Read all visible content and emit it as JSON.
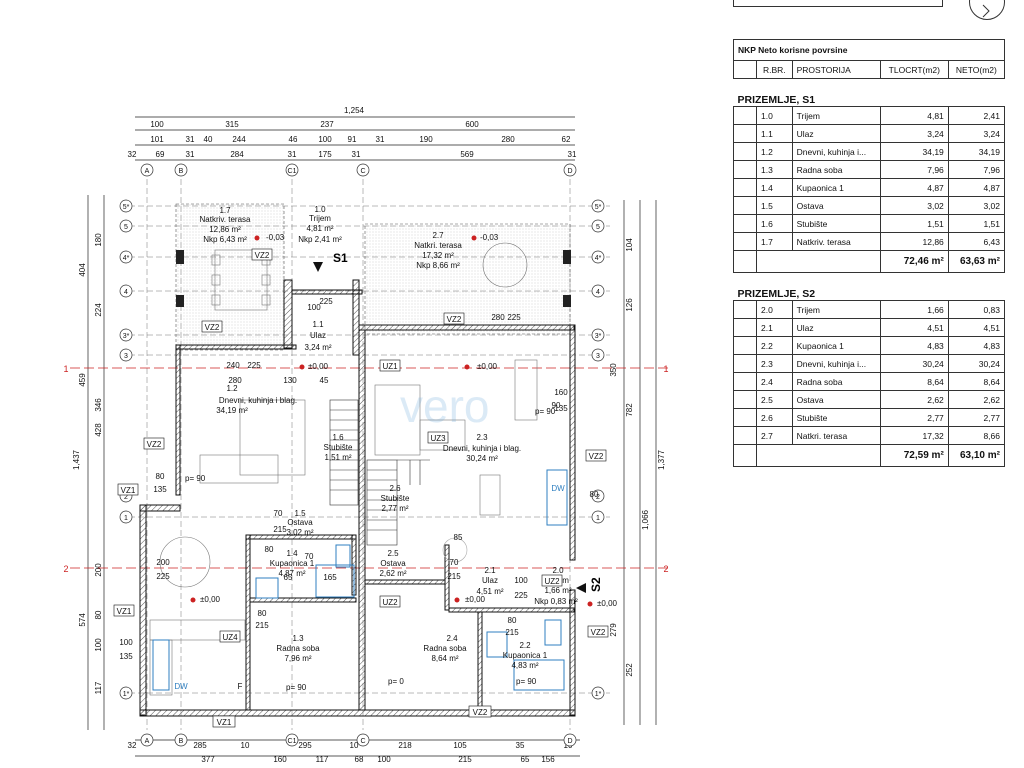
{
  "plan": {
    "section_markers": [
      "S1",
      "S2"
    ],
    "grid_axes_top": [
      "A",
      "B",
      "C1",
      "C",
      "D"
    ],
    "grid_axes_bottom": [
      "A",
      "B",
      "C1",
      "C",
      "D"
    ],
    "grid_axes_side": [
      "5*",
      "5",
      "4*",
      "4",
      "3*",
      "3",
      "2",
      "1",
      "1*"
    ],
    "cut_lines": [
      "1",
      "2"
    ],
    "watermark": "vero",
    "top_dims": {
      "row0": "1,254",
      "row1": [
        "100",
        "315",
        "237",
        "600"
      ],
      "row2": [
        "101",
        "31",
        "40",
        "244",
        "46",
        "100",
        "91",
        "31",
        "190",
        "280",
        "62"
      ],
      "row3": [
        "32",
        "69",
        "31",
        "284",
        "31",
        "175",
        "31",
        "569",
        "31"
      ]
    },
    "bottom_dims": {
      "row1": [
        "32",
        "285",
        "10",
        "295",
        "10",
        "218",
        "105",
        "35",
        "10"
      ],
      "row2": [
        "377",
        "160",
        "117",
        "68",
        "100",
        "215",
        "65",
        "156"
      ]
    },
    "left_dims": {
      "outer": [
        "1,437",
        "574",
        "459",
        "404"
      ],
      "inner": [
        "180",
        "224",
        "428",
        "346",
        "200",
        "100",
        "80",
        "117"
      ]
    },
    "right_dims": {
      "outer": [
        "1,377",
        "1,066",
        "782"
      ],
      "inner": [
        "104",
        "126",
        "350",
        "252",
        "279"
      ]
    },
    "rooms": [
      {
        "id": "1.7",
        "name": "Natkriv. terasa",
        "area": "12,86 m²",
        "nkp": "Nkp 6,43 m²"
      },
      {
        "id": "1.0",
        "name": "Trijem",
        "area": "4,81 m²",
        "nkp": "Nkp 2,41 m²"
      },
      {
        "id": "2.7",
        "name": "Natkri. terasa",
        "area": "17,32 m²",
        "nkp": "Nkp 8,66 m²"
      },
      {
        "id": "1.1",
        "name": "Ulaz",
        "area": "3,24 m²"
      },
      {
        "id": "1.2",
        "name": "Dnevni, kuhinja i blag.",
        "area": "34,19 m²"
      },
      {
        "id": "1.6",
        "name": "Stubište",
        "area": "1,51 m²"
      },
      {
        "id": "2.3",
        "name": "Dnevni, kuhinja i blag.",
        "area": "30,24 m²"
      },
      {
        "id": "2.6",
        "name": "Stubište",
        "area": "2,77 m²"
      },
      {
        "id": "1.5",
        "name": "Ostava",
        "area": "3,02 m²"
      },
      {
        "id": "1.4",
        "name": "Kupaonica 1",
        "area": "4,87 m²"
      },
      {
        "id": "2.5",
        "name": "Ostava",
        "area": "2,62 m²"
      },
      {
        "id": "2.1",
        "name": "Ulaz",
        "area": "4,51 m²"
      },
      {
        "id": "2.0",
        "name": "Trijem",
        "area": "1,66 m²",
        "nkp": "Nkp 0,83 m²"
      },
      {
        "id": "1.3",
        "name": "Radna soba",
        "area": "7,96 m²"
      },
      {
        "id": "2.4",
        "name": "Radna soba",
        "area": "8,64 m²"
      },
      {
        "id": "2.2",
        "name": "Kupaonica 1",
        "area": "4,83 m²"
      }
    ],
    "levels": [
      "-0,03",
      "-0,03",
      "±0,00",
      "±0,00",
      "±0,00",
      "±0,00",
      "±0,00"
    ],
    "tags": [
      "VZ2",
      "VZ2",
      "VZ2",
      "UZ1",
      "VZ2",
      "UZ3",
      "VZ2",
      "VZ1",
      "VZ1",
      "UZ2",
      "UZ2",
      "UZ4",
      "VZ2",
      "VZ1",
      "VZ2"
    ],
    "door_notes": [
      "p= 90",
      "p= 0",
      "p= 90",
      "p= 90",
      "p= 90"
    ],
    "misc_dims": [
      "240",
      "225",
      "280",
      "130",
      "45",
      "100",
      "225",
      "280",
      "225",
      "160",
      "135",
      "80",
      "135",
      "200",
      "225",
      "70",
      "215",
      "85",
      "70",
      "215",
      "100",
      "225",
      "100",
      "135",
      "80",
      "215",
      "80",
      "215",
      "80",
      "90",
      "80",
      "70",
      "165",
      "65",
      "DW",
      "DW",
      "F"
    ]
  },
  "table": {
    "caption": "NKP Neto korisne povrsine",
    "headers": [
      "R.BR.",
      "PROSTORIJA",
      "TLOCRT(m2)",
      "NETO(m2)"
    ],
    "sections": [
      {
        "title": "PRIZEMLJE, S1",
        "rows": [
          [
            "1.0",
            "Trijem",
            "4,81",
            "2,41"
          ],
          [
            "1.1",
            "Ulaz",
            "3,24",
            "3,24"
          ],
          [
            "1.2",
            "Dnevni, kuhinja i...",
            "34,19",
            "34,19"
          ],
          [
            "1.3",
            "Radna soba",
            "7,96",
            "7,96"
          ],
          [
            "1.4",
            "Kupaonica 1",
            "4,87",
            "4,87"
          ],
          [
            "1.5",
            "Ostava",
            "3,02",
            "3,02"
          ],
          [
            "1.6",
            "Stubište",
            "1,51",
            "1,51"
          ],
          [
            "1.7",
            "Natkriv. terasa",
            "12,86",
            "6,43"
          ]
        ],
        "total_tlocrt": "72,46 m²",
        "total_neto": "63,63 m²"
      },
      {
        "title": "PRIZEMLJE, S2",
        "rows": [
          [
            "2.0",
            "Trijem",
            "1,66",
            "0,83"
          ],
          [
            "2.1",
            "Ulaz",
            "4,51",
            "4,51"
          ],
          [
            "2.2",
            "Kupaonica 1",
            "4,83",
            "4,83"
          ],
          [
            "2.3",
            "Dnevni, kuhinja i...",
            "30,24",
            "30,24"
          ],
          [
            "2.4",
            "Radna soba",
            "8,64",
            "8,64"
          ],
          [
            "2.5",
            "Ostava",
            "2,62",
            "2,62"
          ],
          [
            "2.6",
            "Stubište",
            "2,77",
            "2,77"
          ],
          [
            "2.7",
            "Natkri. terasa",
            "17,32",
            "8,66"
          ]
        ],
        "total_tlocrt": "72,59 m²",
        "total_neto": "63,10 m²"
      }
    ]
  },
  "colors": {
    "line": "#111111",
    "dim_red": "#cc2222",
    "fixture_blue": "#2f7fc0",
    "hatch": "#555555"
  }
}
